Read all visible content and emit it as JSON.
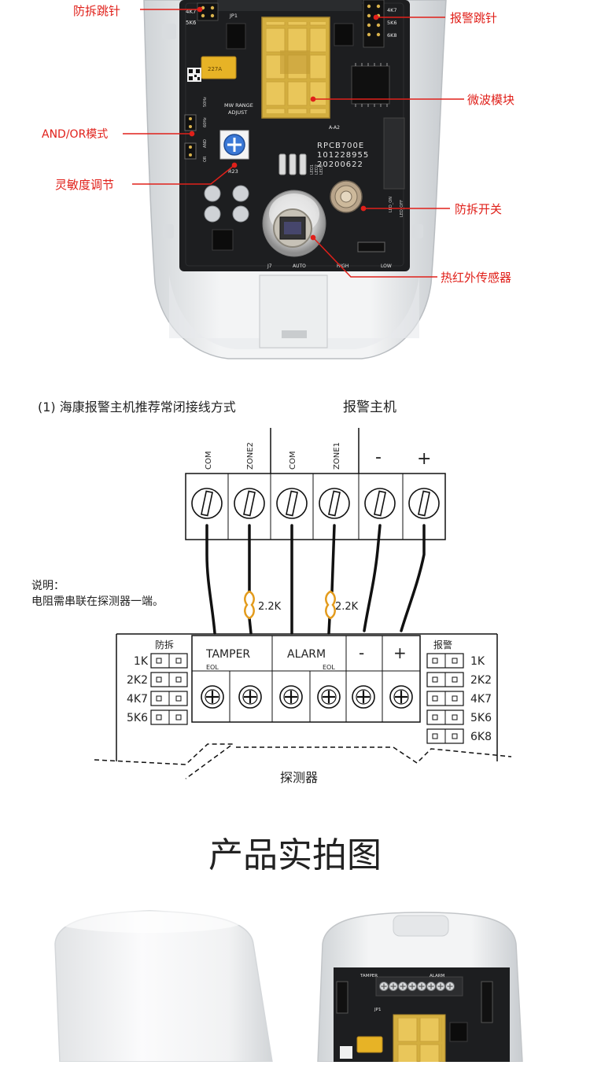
{
  "board": {
    "labels": {
      "tamper_jumper": "防拆跳针",
      "alarm_jumper": "报警跳针",
      "microwave_module": "微波模块",
      "and_or_mode": "AND/OR模式",
      "sensitivity": "灵敏度调节",
      "tamper_switch": "防拆开关",
      "pir_sensor": "热红外传感器"
    },
    "silkscreen": {
      "jp1": "JP1",
      "r_4k7": "4K7",
      "r_5k6": "5K6",
      "r_4k7_right": "4K7",
      "r_5k6_right": "5K6",
      "r_6k8_right": "6K8",
      "mw_range": "MW RANGE",
      "adjust": "ADJUST",
      "r23": "R23",
      "model": "RPCB700E",
      "serial": "101228955",
      "date": "20200622",
      "led1": "LED1",
      "led2": "LED2",
      "led3": "LED3",
      "led_on": "LED_ON",
      "led_off": "LED_OFF",
      "auto": "AUTO",
      "high": "HIGH",
      "low": "LOW",
      "j7": "J7",
      "hz_50": "50Hz",
      "hz_60": "60Hz",
      "and": "AND",
      "or": "OR",
      "a_a2": "A-A2",
      "cap": "227A"
    }
  },
  "wiring": {
    "title": "(1) 海康报警主机推荐常闭接线方式",
    "host_label": "报警主机",
    "host_terminals": [
      "COM",
      "ZONE2",
      "COM",
      "ZONE1",
      "-",
      "+"
    ],
    "note_title": "说明：",
    "note_body": "电阻需串联在探测器一端。",
    "resistor_1": "2.2K",
    "resistor_2": "2.2K",
    "tamper_group": "防拆",
    "alarm_group": "报警",
    "tamper_values": [
      "1K",
      "2K2",
      "4K7",
      "5K6"
    ],
    "alarm_values": [
      "1K",
      "2K2",
      "4K7",
      "5K6",
      "6K8"
    ],
    "detector_terminal_tamper": "TAMPER",
    "detector_terminal_alarm": "ALARM",
    "eol_1": "EOL",
    "eol_2": "EOL",
    "detector_minus": "-",
    "detector_plus": "+",
    "detector_label": "探测器"
  },
  "photos": {
    "section_title": "产品实拍图",
    "mini_tamper": "TAMPER",
    "mini_alarm": "ALARM",
    "mini_jp1": "JP1"
  }
}
